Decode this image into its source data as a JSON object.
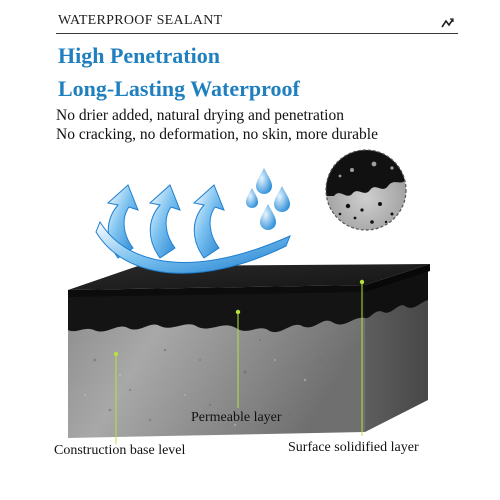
{
  "header": {
    "label": "WATERPROOF SEALANT"
  },
  "headlines": [
    "High Penetration",
    "Long-Lasting Waterproof"
  ],
  "features": [
    "No drier added, natural drying and penetration",
    "No cracking, no deformation, no skin, more durable"
  ],
  "callouts": {
    "permeable": "Permeable layer",
    "base": "Construction base level",
    "surface": "Surface solidified layer"
  },
  "colors": {
    "headline": "#1f7fbf",
    "leader_line": "#b7e23b",
    "arrow_blue": "#2b8ed8",
    "coating": "#1b1b1b"
  },
  "icons": {
    "header_mark": "zigzag-icon",
    "water_drops": "water-drops-icon",
    "arrows": "evaporation-arrows-icon",
    "detail_circle": "penetration-detail-icon"
  }
}
